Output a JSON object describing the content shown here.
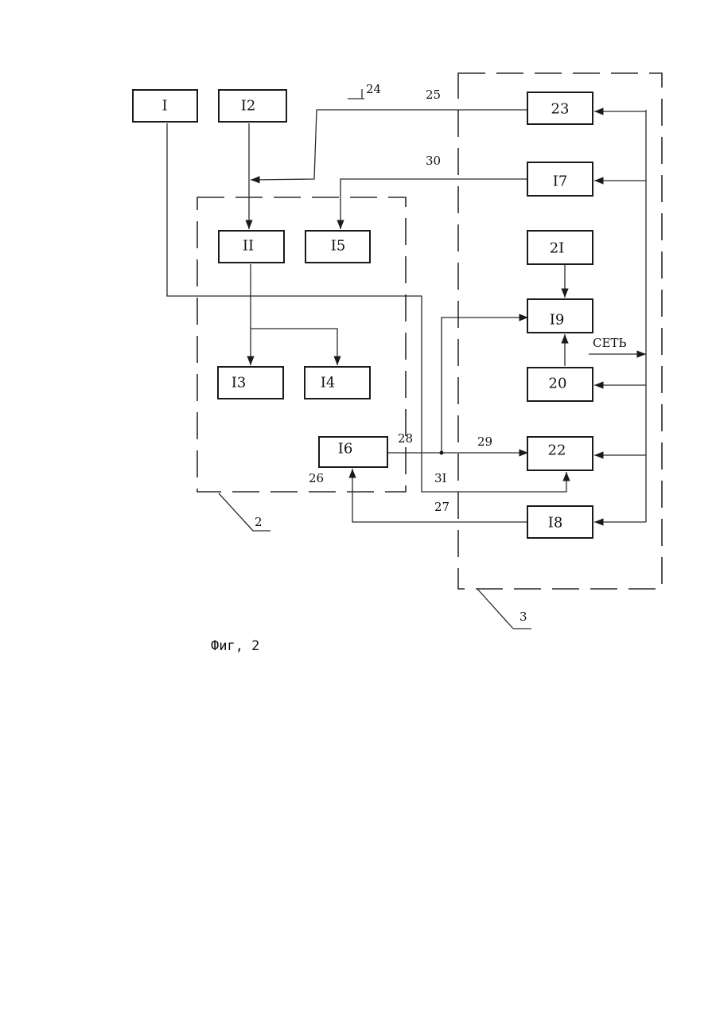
{
  "colors": {
    "ink": "#1a1a1a",
    "paper": "#ffffff"
  },
  "blocks": {
    "b1": "I",
    "b12": "I2",
    "b23": "23",
    "b17": "I7",
    "b11": "II",
    "b15": "I5",
    "b21": "2I",
    "b19": "I9",
    "b20": "20",
    "b13": "I3",
    "b14": "I4",
    "b16": "I6",
    "b22": "22",
    "b18": "I8"
  },
  "wire_numbers": {
    "n24": "24",
    "n25": "25",
    "n30": "30",
    "n28": "28",
    "n29": "29",
    "n26": "26",
    "n31": "3I",
    "n27": "27"
  },
  "group_labels": {
    "g2": "2",
    "g3": "3"
  },
  "net_label": "СЕТЬ",
  "caption": "Фиг, 2"
}
